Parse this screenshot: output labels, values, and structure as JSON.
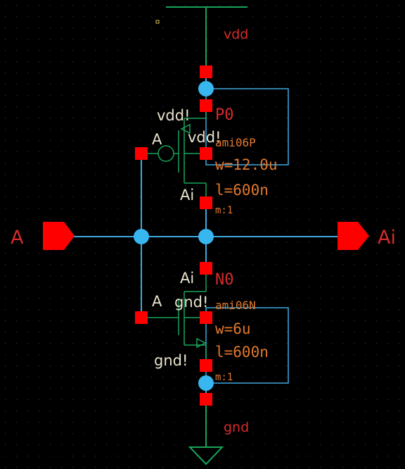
{
  "colors": {
    "background": "#000000",
    "wire": "#3fa9e0",
    "wire_green": "#19a35a",
    "net_dot": "#38b6ef",
    "pin": "#ff0000",
    "label_red": "#d42b2b",
    "label_white": "#e8e2cc",
    "param_orange": "#e0782e",
    "grid_dot": "#2a2f55",
    "yellow": "#d9c44b"
  },
  "supply": {
    "top_label": "vdd",
    "bottom_label": "gnd"
  },
  "ports": {
    "input_label": "A",
    "output_label": "Ai"
  },
  "pmos": {
    "instance": "P0",
    "model": "ami06P",
    "width": "w=12.0u",
    "length": "l=600n",
    "mult": "m:1",
    "pin_labels": {
      "bulk_top": "vdd!",
      "bulk_side": "vdd!",
      "gate": "A",
      "drain": "Ai"
    }
  },
  "nmos": {
    "instance": "N0",
    "model": "ami06N",
    "width": "w=6u",
    "length": "l=600n",
    "mult": "m:1",
    "pin_labels": {
      "drain": "Ai",
      "gate": "A",
      "bulk_side": "gnd!",
      "bulk_bottom": "gnd!"
    }
  }
}
